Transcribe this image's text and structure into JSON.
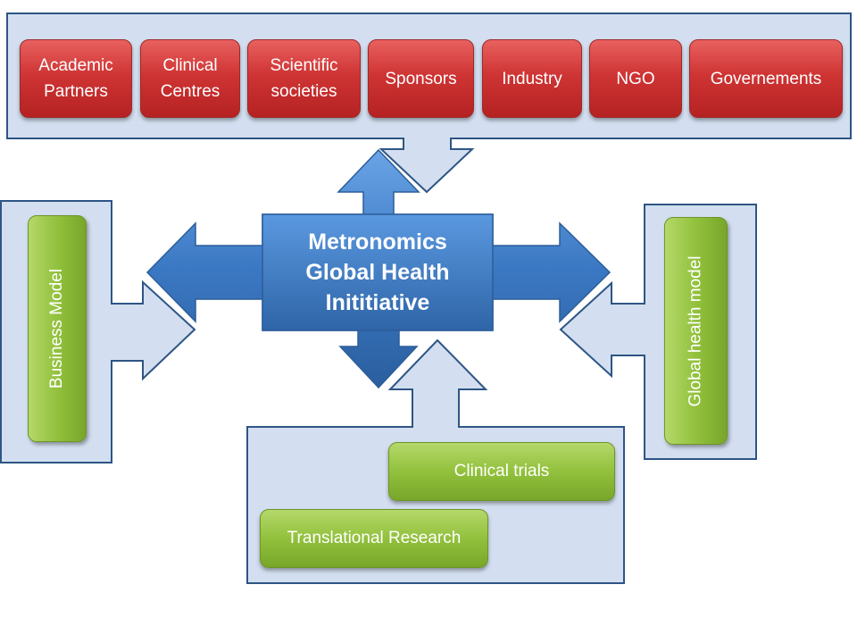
{
  "stakeholders": [
    {
      "label": "Academic\nPartners"
    },
    {
      "label": "Clinical\nCentres"
    },
    {
      "label": "Scientific\nsocieties"
    },
    {
      "label": "Sponsors"
    },
    {
      "label": "Industry"
    },
    {
      "label": "NGO"
    },
    {
      "label": "Governements"
    }
  ],
  "center": {
    "title": "Metronomics\nGlobal Health\nInititiative"
  },
  "left_panel": {
    "label": "Business Model"
  },
  "right_panel": {
    "label": "Global health model"
  },
  "bottom_panel": {
    "clinical_trials": "Clinical trials",
    "translational_research": "Translational Research"
  },
  "colors": {
    "panel_fill": "#d3dff0",
    "panel_border": "#2e5585",
    "arrow_blue": "#3f7fc8",
    "stakeholder_red": "#cf3434",
    "model_green": "#92c13d"
  }
}
